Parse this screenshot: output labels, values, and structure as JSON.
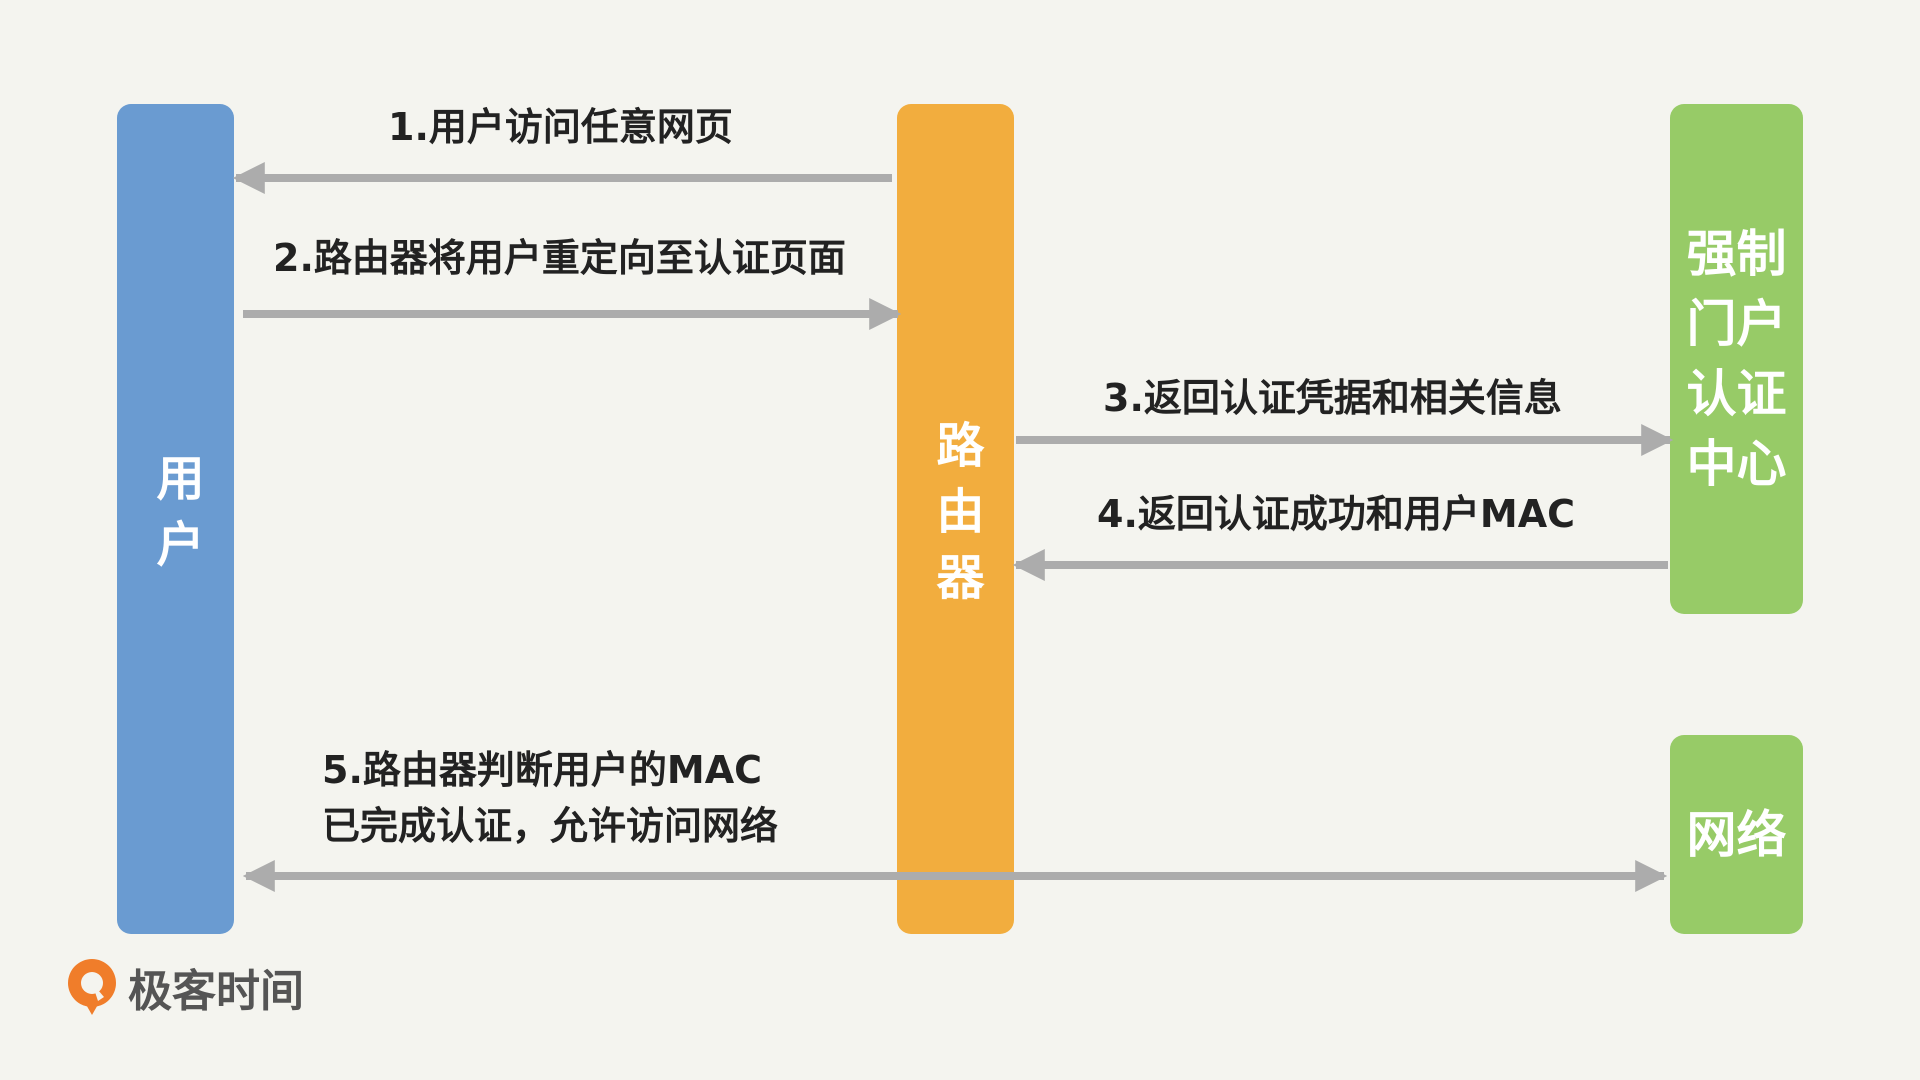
{
  "lanes": {
    "user": "用户",
    "router": "路由器",
    "portal": "强制门户认证中心",
    "network": "网络"
  },
  "steps": [
    {
      "label": "1.用户访问任意网页"
    },
    {
      "label": "2.路由器将用户重定向至认证页面"
    },
    {
      "label": "3.返回认证凭据和相关信息"
    },
    {
      "label": "4.返回认证成功和用户MAC"
    },
    {
      "label": "5.路由器判断用户的MAC\n已完成认证，允许访问网络"
    }
  ],
  "brand": {
    "name": "极客时间"
  },
  "colors": {
    "background": "#f4f4ef",
    "user_lane": "#6a9bd1",
    "router_lane": "#f2ad3e",
    "portal_lane": "#97cb67",
    "arrow": "#acacac",
    "brand_orange": "#f07d2a"
  }
}
